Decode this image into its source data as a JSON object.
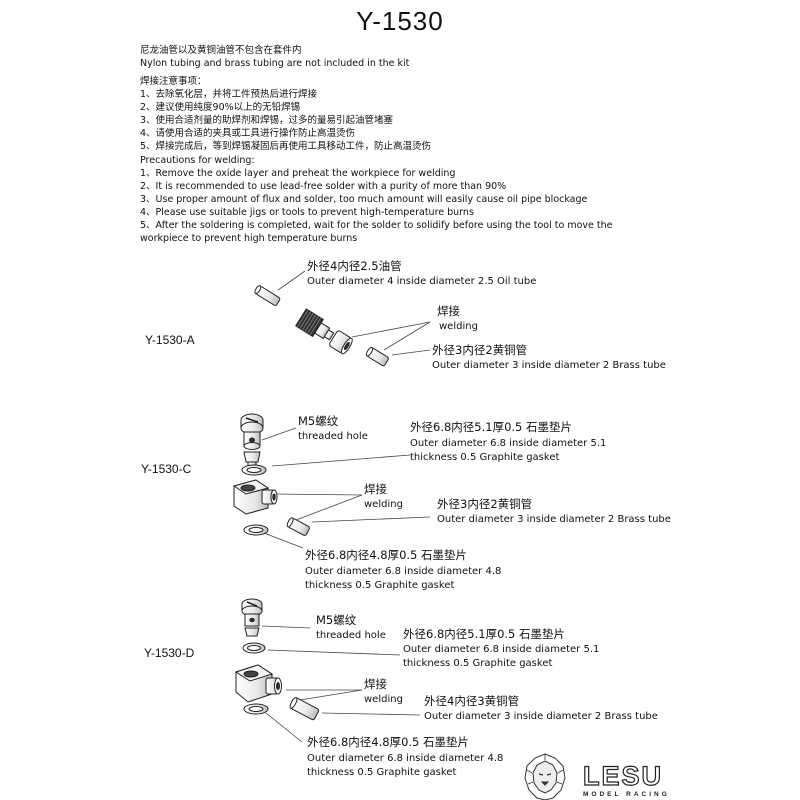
{
  "doc": {
    "title": "Y-1530",
    "intro_cn": "尼龙油管以及黄铜油管不包含在套件内",
    "intro_en": "Nylon tubing and brass tubing are not included in the kit",
    "welding_cn_heading": "焊接注意事项：",
    "welding_cn": [
      "1、去除氧化层，并将工件预热后进行焊接",
      "2、建议使用纯度90%以上的无铅焊锡",
      "3、使用合适剂量的助焊剂和焊锡，过多的量易引起油管堵塞",
      "4、请使用合适的夹具或工具进行操作防止高温烫伤",
      "5、焊接完成后，等到焊锡凝固后再使用工具移动工件，防止高温烫伤"
    ],
    "welding_en_heading": "Precautions for welding:",
    "welding_en": [
      "1、Remove the oxide layer and preheat the workpiece for welding",
      "2、It is recommended to use lead-free solder with a purity of more than 90%",
      "3、Use proper amount of flux and solder, too much amount will easily cause oil pipe blockage",
      "4、Please use suitable jigs or tools to prevent high-temperature burns",
      "5、After the soldering is completed, wait for the solder to solidify before using the tool to move the",
      "workpiece to prevent high temperature burns"
    ]
  },
  "sections": {
    "a": {
      "model": "Y-1530-A",
      "oil_tube_cn": "外径4内径2.5油管",
      "oil_tube_en": "Outer diameter 4 inside diameter 2.5 Oil tube",
      "weld_cn": "焊接",
      "weld_en": "welding",
      "brass_cn": "外径3内径2黄铜管",
      "brass_en": "Outer diameter 3 inside diameter 2 Brass tube"
    },
    "c": {
      "model": "Y-1530-C",
      "thread_cn": "M5螺纹",
      "thread_en": "threaded hole",
      "gasket1_cn": "外径6.8内径5.1厚0.5 石墨垫片",
      "gasket1_en1": "Outer diameter 6.8 inside diameter 5.1",
      "gasket1_en2": "thickness 0.5 Graphite gasket",
      "weld_cn": "焊接",
      "weld_en": "welding",
      "brass_cn": "外径3内径2黄铜管",
      "brass_en": "Outer diameter 3 inside diameter 2 Brass tube",
      "gasket2_cn": "外径6.8内径4.8厚0.5 石墨垫片",
      "gasket2_en1": "Outer diameter 6.8 inside diameter 4.8",
      "gasket2_en2": "thickness 0.5 Graphite gasket"
    },
    "d": {
      "model": "Y-1530-D",
      "thread_cn": "M5螺纹",
      "thread_en": "threaded hole",
      "gasket1_cn": "外径6.8内径5.1厚0.5 石墨垫片",
      "gasket1_en1": "Outer diameter 6.8 inside diameter 5.1",
      "gasket1_en2": "thickness 0.5 Graphite gasket",
      "weld_cn": "焊接",
      "weld_en": "welding",
      "brass_cn": "外径4内径3黄铜管",
      "brass_en": "Outer diameter 3 inside diameter 2 Brass tube",
      "gasket2_cn": "外径6.8内径4.8厚0.5 石墨垫片",
      "gasket2_en1": "Outer diameter 6.8 inside diameter 4.8",
      "gasket2_en2": "thickness 0.5 Graphite gasket"
    }
  },
  "brand": {
    "name": "LESU",
    "sub": "MODEL RACING",
    "logo_icon": "lion-head-icon"
  }
}
